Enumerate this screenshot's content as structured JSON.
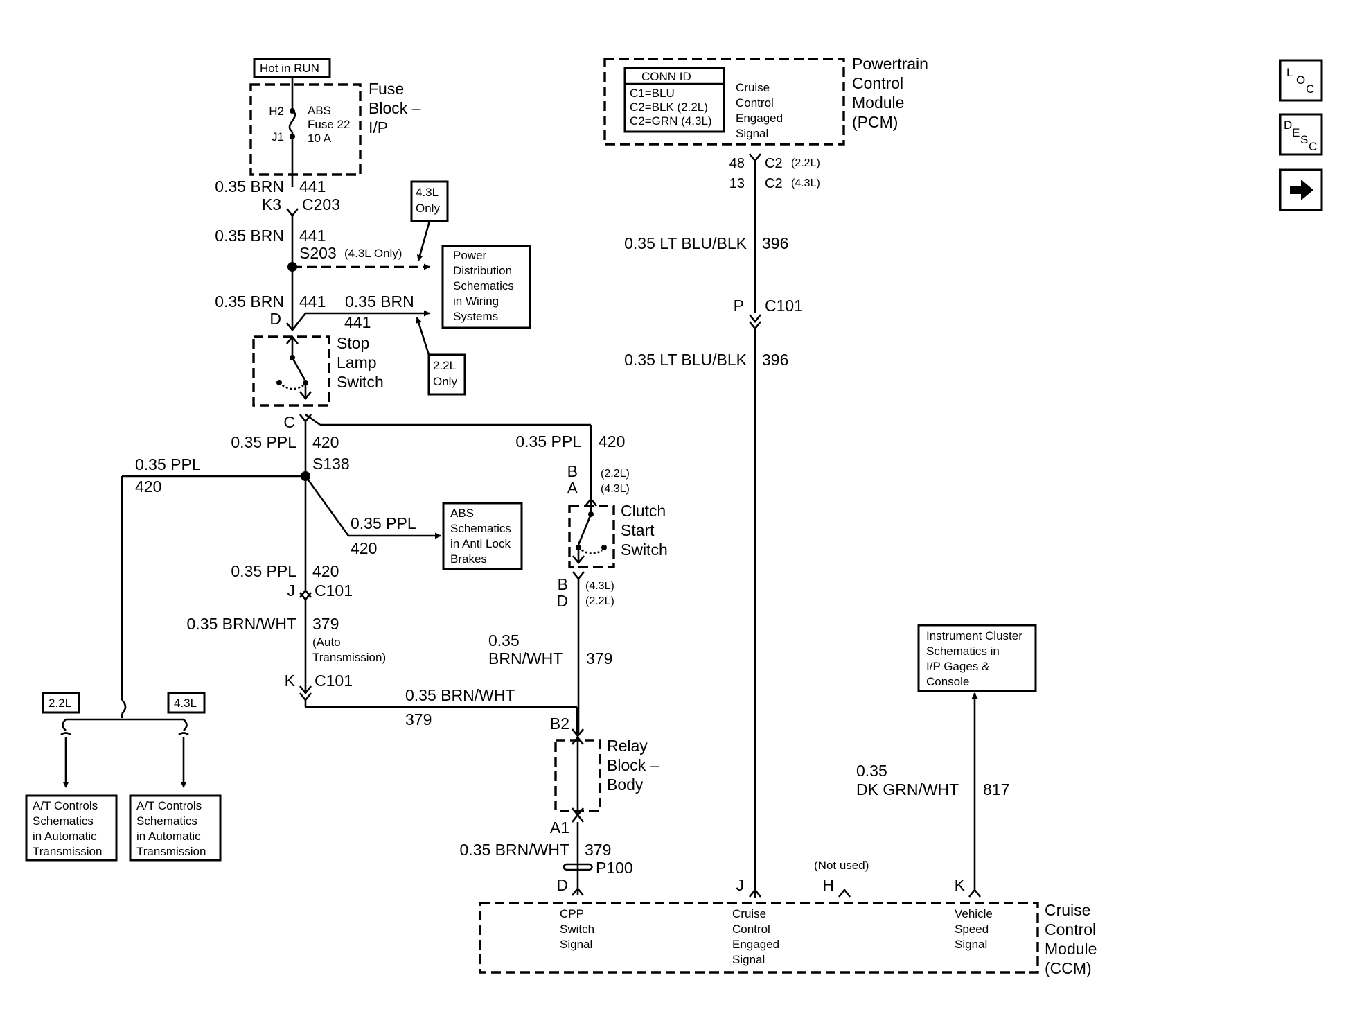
{
  "nav": {
    "loc_L": "L",
    "loc_O": "O",
    "loc_C": "C",
    "desc_D": "D",
    "desc_E": "E",
    "desc_S": "S",
    "desc_C": "C"
  },
  "pcm": {
    "label_lines": [
      "Powertrain",
      "Control",
      "Module",
      "(PCM)"
    ],
    "conn_id_title": "CONN ID",
    "conn_id_lines": [
      "C1=BLU",
      "C2=BLK (2.2L)",
      "C2=GRN (4.3L)"
    ],
    "signal_lines": [
      "Cruise",
      "Control",
      "Engaged",
      "Signal"
    ],
    "pin_22": "48",
    "conn_22": "C2",
    "note_22": "(2.2L)",
    "pin_43": "13",
    "conn_43": "C2",
    "note_43": "(4.3L)"
  },
  "right_wire": {
    "seg1_color": "0.35 LT BLU/BLK",
    "seg1_circuit": "396",
    "c101_pin": "P",
    "c101_name": "C101",
    "seg2_color": "0.35 LT BLU/BLK",
    "seg2_circuit": "396"
  },
  "fuse_block": {
    "hot_label": "Hot in RUN",
    "label_lines": [
      "Fuse",
      "Block –",
      "I/P"
    ],
    "terminal_top": "H2",
    "terminal_bottom": "J1",
    "fuse_lines": [
      "ABS",
      "Fuse 22",
      "10 A"
    ]
  },
  "brn_wire": {
    "seg1_color": "0.35 BRN",
    "seg1_pin": "K3",
    "seg1_circuit": "441",
    "seg1_conn": "C203",
    "seg2_color": "0.35 BRN",
    "seg2_circuit": "441",
    "splice": "S203",
    "splice_note": "(4.3L Only)",
    "seg3_color": "0.35 BRN",
    "seg3_circuit": "441",
    "stop_pin_d": "D",
    "branch_color": "0.35 BRN",
    "branch_circuit": "441",
    "only_43": [
      "4.3L",
      "Only"
    ],
    "only_22": [
      "2.2L",
      "Only"
    ],
    "power_dist_lines": [
      "Power",
      "Distribution",
      "Schematics",
      "in Wiring",
      "Systems"
    ]
  },
  "stop_lamp": {
    "label_lines": [
      "Stop",
      "Lamp",
      "Switch"
    ],
    "pin_c": "C"
  },
  "ppl_wire": {
    "seg1_color": "0.35 PPL",
    "seg1_circuit": "420",
    "splice": "S138",
    "left_color": "0.35 PPL",
    "left_circuit": "420",
    "abs_color": "0.35 PPL",
    "abs_circuit": "420",
    "abs_lines": [
      "ABS",
      "Schematics",
      "in Anti Lock",
      "Brakes"
    ],
    "seg2_color": "0.35 PPL",
    "seg2_circuit": "420",
    "c101_pin": "J",
    "c101_name": "C101",
    "top_color": "0.35 PPL",
    "top_circuit": "420"
  },
  "auto_trans": {
    "color": "0.35 BRN/WHT",
    "circuit": "379",
    "note_lines": [
      "(Auto",
      "Transmission)"
    ],
    "c101_pin": "K",
    "c101_name": "C101",
    "bottom_color": "0.35 BRN/WHT",
    "bottom_circuit": "379"
  },
  "clutch": {
    "pin_b_top": "B",
    "pin_a_top": "A",
    "note_b_top": "(2.2L)",
    "note_a_top": "(4.3L)",
    "label_lines": [
      "Clutch",
      "Start",
      "Switch"
    ],
    "pin_b_bot": "B",
    "pin_d_bot": "D",
    "note_b_bot": "(4.3L)",
    "note_d_bot": "(2.2L)",
    "color_lines": [
      "0.35",
      "BRN/WHT"
    ],
    "circuit": "379"
  },
  "relay_block": {
    "pin_top": "B2",
    "label_lines": [
      "Relay",
      "Block –",
      "Body"
    ],
    "pin_bottom": "A1",
    "color": "0.35 BRN/WHT",
    "circuit": "379",
    "conn": "P100",
    "ccm_pin": "D"
  },
  "at_controls": {
    "tag_22": "2.2L",
    "tag_43": "4.3L",
    "box1_lines": [
      "A/T Controls",
      "Schematics",
      "in Automatic",
      "Transmission"
    ],
    "box2_lines": [
      "A/T Controls",
      "Schematics",
      "in Automatic",
      "Transmission"
    ]
  },
  "instrument": {
    "box_lines": [
      "Instrument Cluster",
      "Schematics in",
      "I/P Gages &",
      "Console"
    ],
    "color_lines": [
      "0.35",
      "DK GRN/WHT"
    ],
    "circuit": "817"
  },
  "ccm": {
    "label_lines": [
      "Cruise",
      "Control",
      "Module",
      "(CCM)"
    ],
    "pin_j": "J",
    "pin_h": "H",
    "pin_h_note": "(Not used)",
    "pin_k": "K",
    "cpp_lines": [
      "CPP",
      "Switch",
      "Signal"
    ],
    "cruise_lines": [
      "Cruise",
      "Control",
      "Engaged",
      "Signal"
    ],
    "vss_lines": [
      "Vehicle",
      "Speed",
      "Signal"
    ]
  }
}
